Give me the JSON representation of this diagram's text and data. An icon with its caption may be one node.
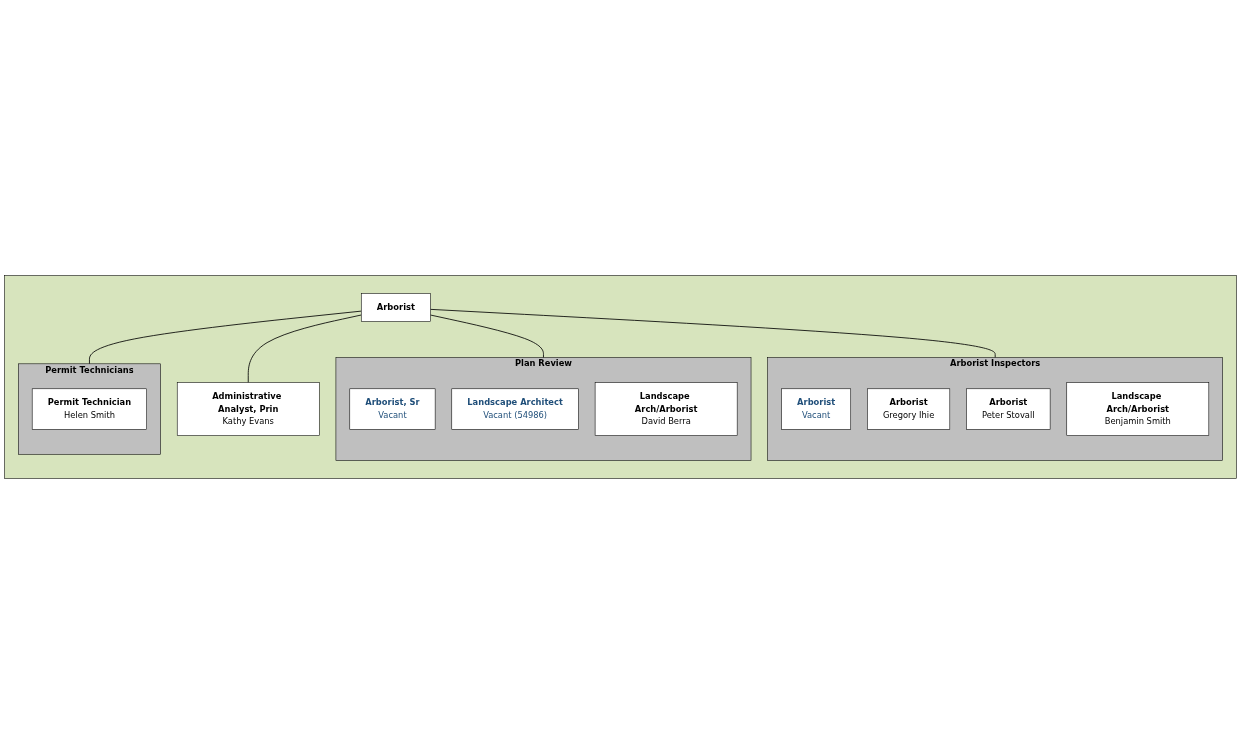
{
  "diagram": {
    "nodes": [
      {
        "text": [],
        "shape": "box"
      },
      {
        "text": [
          "Arborist"
        ],
        "in": 0
      },
      {
        "text": [
          "Administrative Analyst, Prin",
          "Kathy Evans"
        ],
        "in": 0
      },
      {
        "text": [
          "Plan Review"
        ],
        "in": 0
      },
      {
        "text": [
          "Arborist, Sr",
          "Vacant"
        ],
        "in": 3
      },
      {
        "text": [
          "Landscape Architect",
          "Vacant (54986)"
        ],
        "in": 3
      },
      {
        "text": [
          "Landscape Arch/Arborist",
          "David Berra"
        ],
        "in": 3
      },
      {
        "text": [
          "Arborist Inspectors"
        ],
        "in": 0
      },
      {
        "text": [
          "Arborist",
          "Vacant"
        ],
        "in": 7
      },
      {
        "text": [
          "Arborist",
          "Gregory Ihie"
        ],
        "in": 7
      },
      {
        "text": [
          "Arborist",
          "Peter Stovall"
        ],
        "in": 7
      },
      {
        "text": [
          "Landscape Arch/Arborist",
          "Benjamin Smith"
        ],
        "in": 7
      },
      {
        "text": [
          "Permit Technicians"
        ],
        "in": 0
      },
      {
        "text": [
          "Permit Technician",
          "Helen Smith"
        ],
        "in": 12
      }
    ],
    "edges": [
      {
        "from": 1,
        "to": 2,
        "arrow": "none"
      },
      {
        "from": 1,
        "to": 3,
        "arrow": "none"
      },
      {
        "from": 1,
        "to": 7,
        "arrow": "none"
      },
      {
        "from": 1,
        "to": 12,
        "arrow": "none"
      }
    ]
  }
}
